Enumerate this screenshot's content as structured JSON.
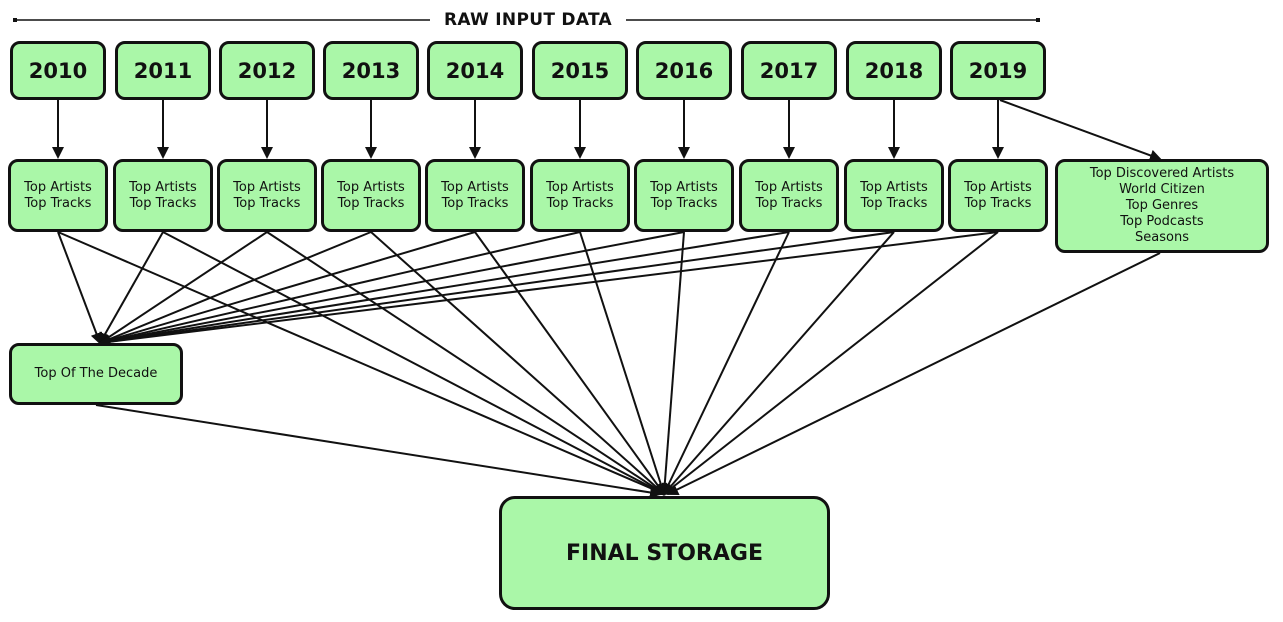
{
  "title": "RAW INPUT DATA",
  "years": [
    {
      "label": "2010",
      "lines": [
        "Top Artists",
        "Top Tracks"
      ]
    },
    {
      "label": "2011",
      "lines": [
        "Top Artists",
        "Top Tracks"
      ]
    },
    {
      "label": "2012",
      "lines": [
        "Top Artists",
        "Top Tracks"
      ]
    },
    {
      "label": "2013",
      "lines": [
        "Top Artists",
        "Top Tracks"
      ]
    },
    {
      "label": "2014",
      "lines": [
        "Top Artists",
        "Top Tracks"
      ]
    },
    {
      "label": "2015",
      "lines": [
        "Top Artists",
        "Top Tracks"
      ]
    },
    {
      "label": "2016",
      "lines": [
        "Top Artists",
        "Top Tracks"
      ]
    },
    {
      "label": "2017",
      "lines": [
        "Top Artists",
        "Top Tracks"
      ]
    },
    {
      "label": "2018",
      "lines": [
        "Top Artists",
        "Top Tracks"
      ]
    },
    {
      "label": "2019",
      "lines": [
        "Top Artists",
        "Top Tracks"
      ]
    }
  ],
  "extra": {
    "lines": [
      "Top Discovered Artists",
      "World Citizen",
      "Top Genres",
      "Top Podcasts",
      "Seasons"
    ]
  },
  "decade": {
    "label": "Top Of The Decade"
  },
  "storage": {
    "label": "FINAL STORAGE"
  },
  "colors": {
    "node_fill": "#aaf7a8",
    "stroke": "#111111"
  }
}
